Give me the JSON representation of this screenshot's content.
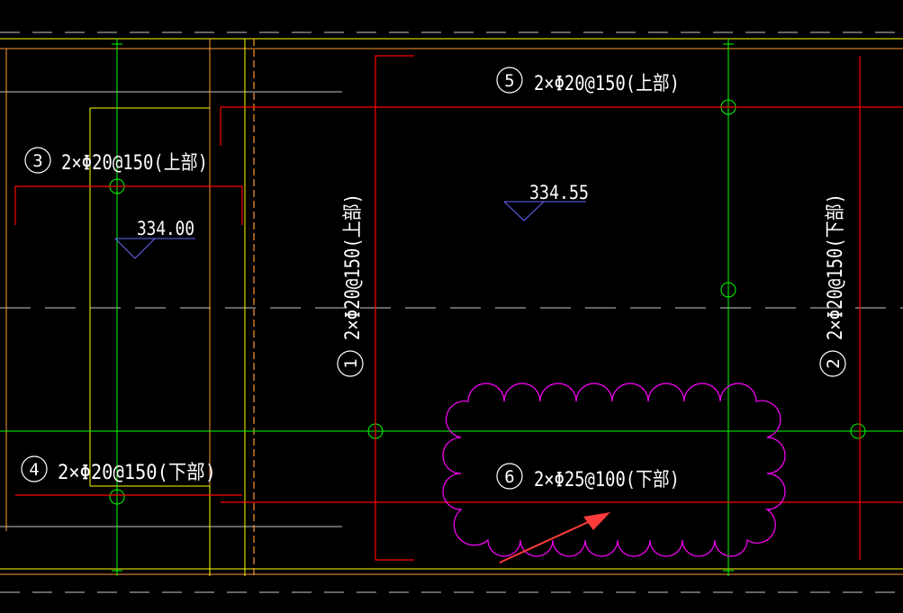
{
  "colors": {
    "background": "#000000",
    "axis_green": "#00ff00",
    "beam_yellow": "#ffff00",
    "beam_orange": "#ff9933",
    "rebar_red": "#ff0000",
    "text_white": "#ffffff",
    "leader_blue": "#6666ff",
    "cloud_magenta": "#ff00ff",
    "dash_grey": "#c8c8c8",
    "arrow_red": "#ff3b3b"
  },
  "annotations": {
    "rebar_1": {
      "number": "1",
      "spec": "2×Φ20@150(上部)"
    },
    "rebar_2": {
      "number": "2",
      "spec": "2×Φ20@150(下部)"
    },
    "rebar_3": {
      "number": "3",
      "spec": "2×Φ20@150(上部)"
    },
    "rebar_4": {
      "number": "4",
      "spec": "2×Φ20@150(下部)"
    },
    "rebar_5": {
      "number": "5",
      "spec": "2×Φ20@150(上部)"
    },
    "rebar_6": {
      "number": "6",
      "spec": "2×Φ25@100(下部)"
    }
  },
  "elevations": {
    "left": "334.00",
    "right": "334.55"
  }
}
